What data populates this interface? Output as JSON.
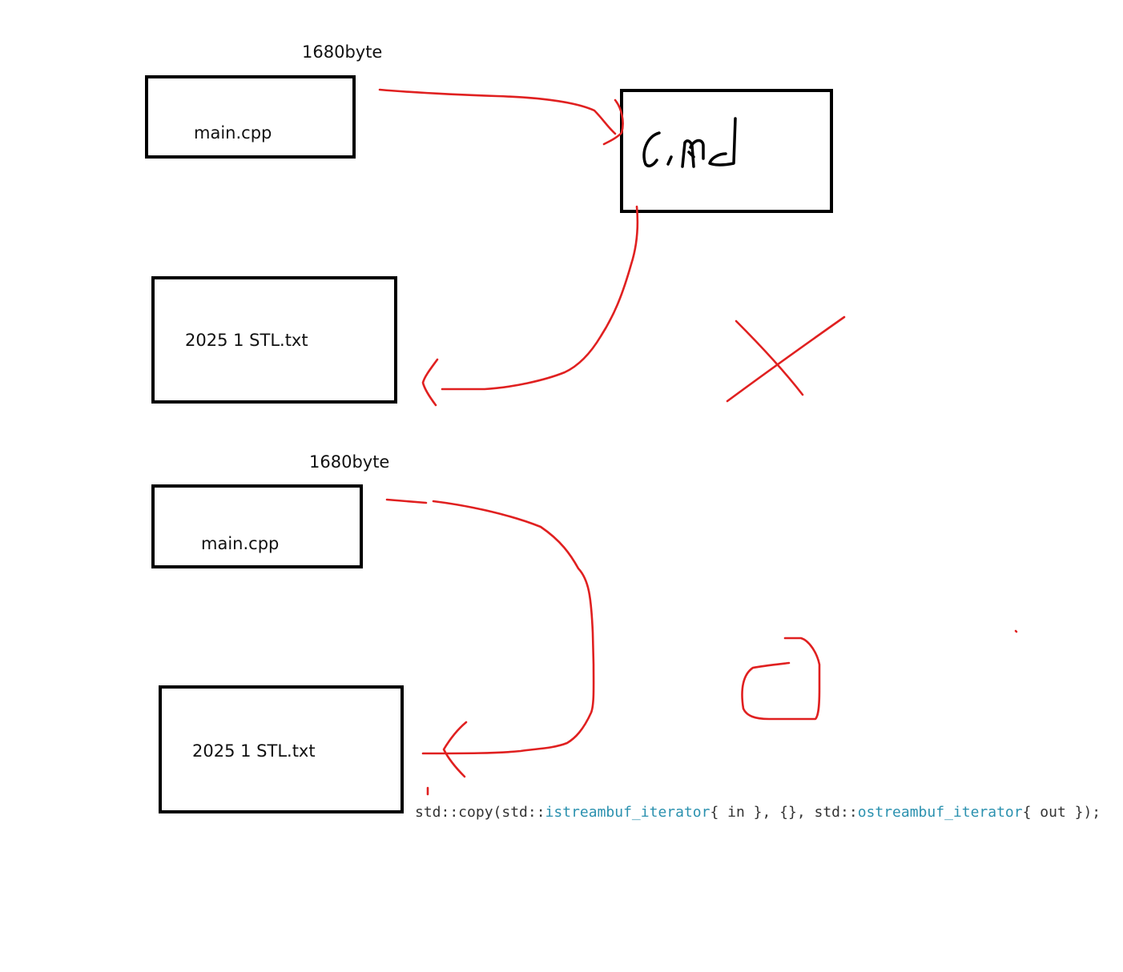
{
  "top": {
    "size_label": "1680byte",
    "source_file": "main.cpp",
    "target_file": "2025 1 STL.txt",
    "intermediate": "cin d"
  },
  "bottom": {
    "size_label": "1680byte",
    "source_file": "main.cpp",
    "target_file": "2025 1 STL.txt"
  },
  "code": {
    "part1": "std::copy(std::",
    "part2": "istreambuf_iterator",
    "part3": "{ in }, {}, std::",
    "part4": "ostreambuf_iterator",
    "part5": "{ out });"
  },
  "colors": {
    "box_border": "#000000",
    "arrow": "#e02020",
    "code_highlight": "#2b91af"
  }
}
